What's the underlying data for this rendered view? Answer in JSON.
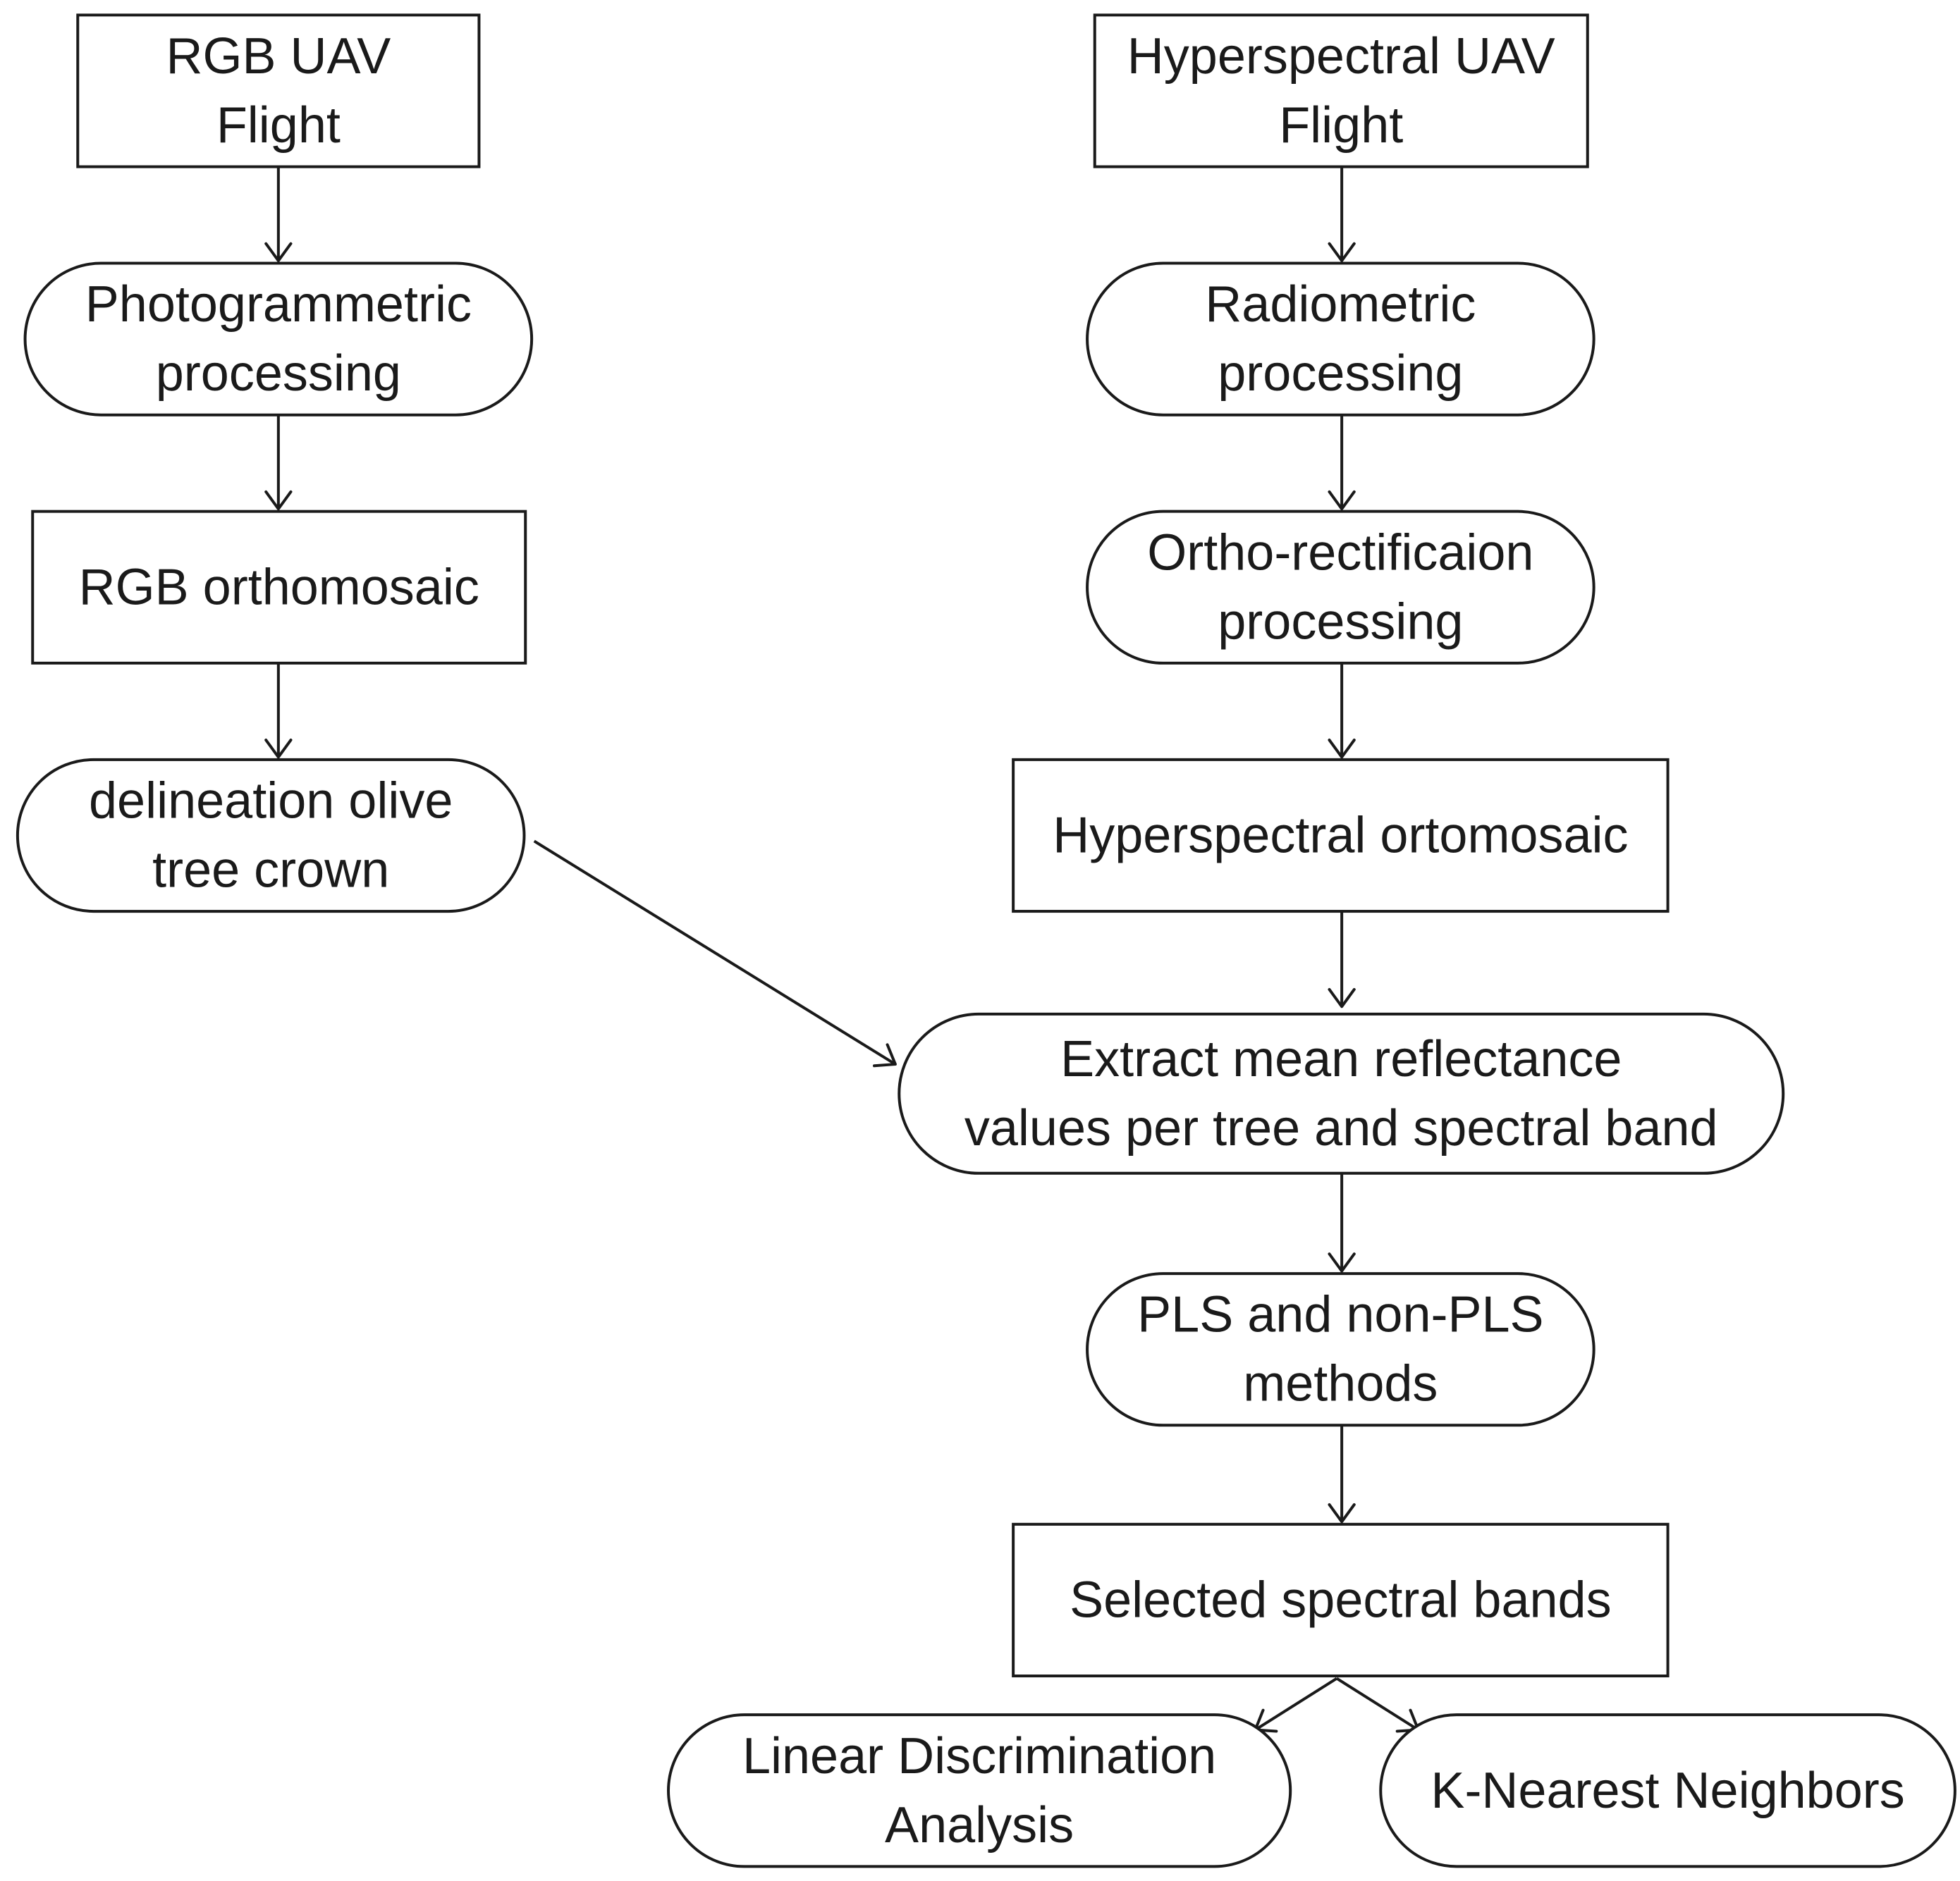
{
  "diagram": {
    "type": "flowchart",
    "nodes": [
      {
        "id": "rgb_flight",
        "shape": "rect",
        "lines": [
          "RGB UAV",
          "Flight"
        ]
      },
      {
        "id": "photogrammetric",
        "shape": "pill",
        "lines": [
          "Photogrammetric",
          "processing"
        ]
      },
      {
        "id": "rgb_ortho",
        "shape": "rect",
        "lines": [
          "RGB orthomosaic"
        ]
      },
      {
        "id": "delineation",
        "shape": "pill",
        "lines": [
          "delineation olive",
          "tree crown"
        ]
      },
      {
        "id": "hyper_flight",
        "shape": "rect",
        "lines": [
          "Hyperspectral UAV",
          "Flight"
        ]
      },
      {
        "id": "radiometric",
        "shape": "pill",
        "lines": [
          "Radiometric",
          "processing"
        ]
      },
      {
        "id": "ortho_rect",
        "shape": "pill",
        "lines": [
          "Ortho-rectificaion",
          "processing"
        ]
      },
      {
        "id": "hyper_ortho",
        "shape": "rect",
        "lines": [
          "Hyperspectral ortomosaic"
        ]
      },
      {
        "id": "extract",
        "shape": "pill",
        "lines": [
          "Extract mean reflectance",
          "values per tree and spectral band"
        ]
      },
      {
        "id": "pls",
        "shape": "pill",
        "lines": [
          "PLS and non-PLS",
          "methods"
        ]
      },
      {
        "id": "selected",
        "shape": "rect",
        "lines": [
          "Selected spectral bands"
        ]
      },
      {
        "id": "lda",
        "shape": "pill",
        "lines": [
          "Linear Discrimination",
          "Analysis"
        ]
      },
      {
        "id": "knn",
        "shape": "pill",
        "lines": [
          "K-Nearest Neighbors"
        ]
      }
    ],
    "edges": [
      {
        "from": "rgb_flight",
        "to": "photogrammetric"
      },
      {
        "from": "photogrammetric",
        "to": "rgb_ortho"
      },
      {
        "from": "rgb_ortho",
        "to": "delineation"
      },
      {
        "from": "delineation",
        "to": "extract"
      },
      {
        "from": "hyper_flight",
        "to": "radiometric"
      },
      {
        "from": "radiometric",
        "to": "ortho_rect"
      },
      {
        "from": "ortho_rect",
        "to": "hyper_ortho"
      },
      {
        "from": "hyper_ortho",
        "to": "extract"
      },
      {
        "from": "extract",
        "to": "pls"
      },
      {
        "from": "pls",
        "to": "selected"
      },
      {
        "from": "selected",
        "to": "lda"
      },
      {
        "from": "selected",
        "to": "knn"
      }
    ]
  }
}
